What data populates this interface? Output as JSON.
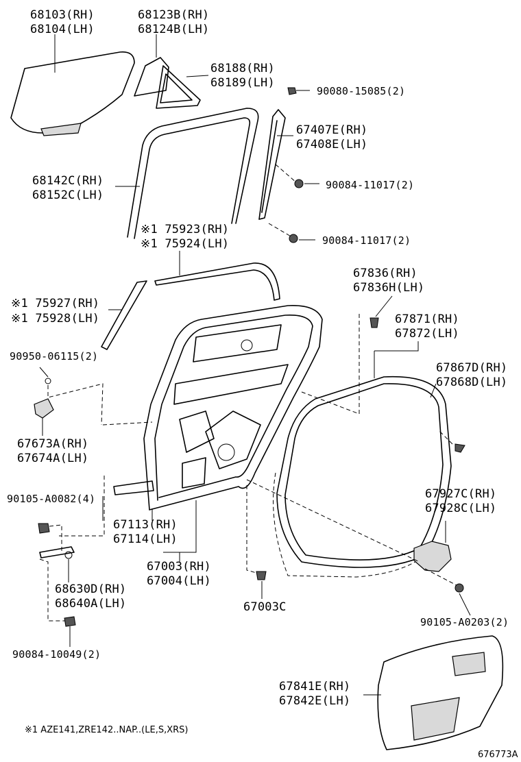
{
  "diagram_ref": "676773A",
  "footnote": "※1 AZE141,ZRE142..NAP..(LE,S,XRS)",
  "labels": {
    "glass_rh": "68103(RH)",
    "glass_lh": "68104(LH)",
    "quarter_glass_rh": "68123B(RH)",
    "quarter_glass_lh": "68124B(LH)",
    "quarter_weatherstrip_rh": "68188(RH)",
    "quarter_weatherstrip_lh": "68189(LH)",
    "screw_top": "90080-15085(2)",
    "division_bar_rh": "67407E(RH)",
    "division_bar_lh": "67408E(LH)",
    "run_channel_rh": "68142C(RH)",
    "run_channel_lh": "68152C(LH)",
    "bolt_a": "90084-11017(2)",
    "bolt_b": "90084-11017(2)",
    "belt_moulding_rh": "※1 75923(RH)",
    "belt_moulding_lh": "※1 75924(LH)",
    "garnish_rh": "※1 75927(RH)",
    "garnish_lh": "※1 75928(LH)",
    "clip_a_rh": "67836(RH)",
    "clip_a_lh": "67836H(LH)",
    "weatherstrip_rh": "67871(RH)",
    "weatherstrip_lh": "67872(LH)",
    "plug": "90950-06115(2)",
    "clip_b_rh": "67867D(RH)",
    "clip_b_lh": "67868D(LH)",
    "hinge_rh": "67673A(RH)",
    "hinge_lh": "67674A(LH)",
    "bolt_c": "90105-A0082(4)",
    "seal_rh": "67927C(RH)",
    "seal_lh": "67928C(LH)",
    "panel_seal_rh": "67113(RH)",
    "panel_seal_lh": "67114(LH)",
    "door_panel_rh": "67003(RH)",
    "door_panel_lh": "67004(LH)",
    "check_rh": "68630D(RH)",
    "check_lh": "68640A(LH)",
    "grommet": "67003C",
    "bolt_d": "90105-A0203(2)",
    "bolt_e": "90084-10049(2)",
    "service_hole_cover_rh": "67841E(RH)",
    "service_hole_cover_lh": "67842E(LH)"
  }
}
